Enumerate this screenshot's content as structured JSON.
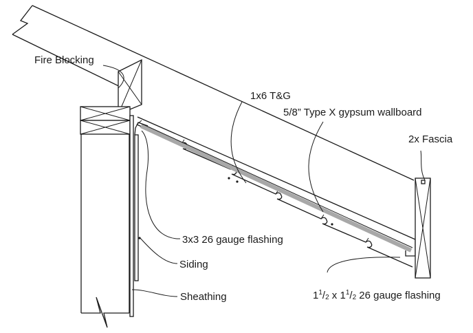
{
  "labels": {
    "fire_blocking": "Fire Blocking",
    "t_and_g": "1x6 T&G",
    "gypsum": "5/8” Type X gypsum wallboard",
    "fascia": "2x Fascia",
    "flashing_3x3": "3x3 26 gauge flashing",
    "siding": "Siding",
    "sheathing": "Sheathing",
    "flashing_small": {
      "whole1": "1",
      "num1": "1",
      "den1": "2",
      "mid": " x 1",
      "num2": "1",
      "den2": "2",
      "rest": " 26 gauge flashing"
    }
  },
  "colors": {
    "line": "#1a1a1a",
    "gypsum_fill": "#a8a8a8",
    "background": "#ffffff"
  }
}
